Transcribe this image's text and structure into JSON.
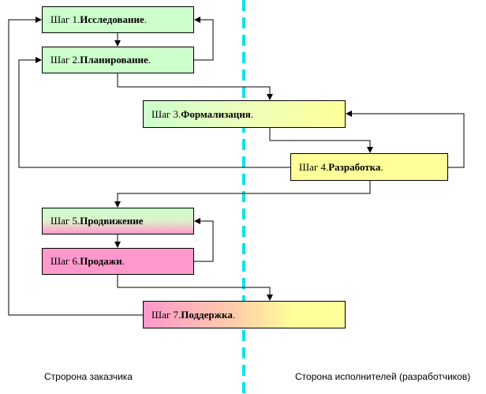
{
  "steps": [
    {
      "id": "s1",
      "prefix": "Шаг 1. ",
      "name": "Исследование",
      "suffix": ".",
      "fill": "#ccffcc"
    },
    {
      "id": "s2",
      "prefix": "Шаг 2. ",
      "name": "Планирование",
      "suffix": ".",
      "fill": "#ccffcc"
    },
    {
      "id": "s3",
      "prefix": "Шаг 3. ",
      "name": "Формализация",
      "suffix": ".",
      "fill": "#ccffcc→#ffff99"
    },
    {
      "id": "s4",
      "prefix": "Шаг 4. ",
      "name": "Разработка",
      "suffix": ".",
      "fill": "#ffff99"
    },
    {
      "id": "s5",
      "prefix": "Шаг 5. ",
      "name": "Продвижение",
      "suffix": "",
      "fill": "#ccffcc→#ff99cc"
    },
    {
      "id": "s6",
      "prefix": "Шаг 6. ",
      "name": "Продажи",
      "suffix": ".",
      "fill": "#ff99cc"
    },
    {
      "id": "s7",
      "prefix": "Шаг 7. ",
      "name": "Поддержка",
      "suffix": ".",
      "fill": "#ff99cc→#ffff99"
    }
  ],
  "labels": {
    "customer_side": "Стророна заказчика",
    "developer_side": "Сторона исполнителей (разработчиков)"
  },
  "colors": {
    "divider": "#00e5e5",
    "arrow": "#000000"
  }
}
